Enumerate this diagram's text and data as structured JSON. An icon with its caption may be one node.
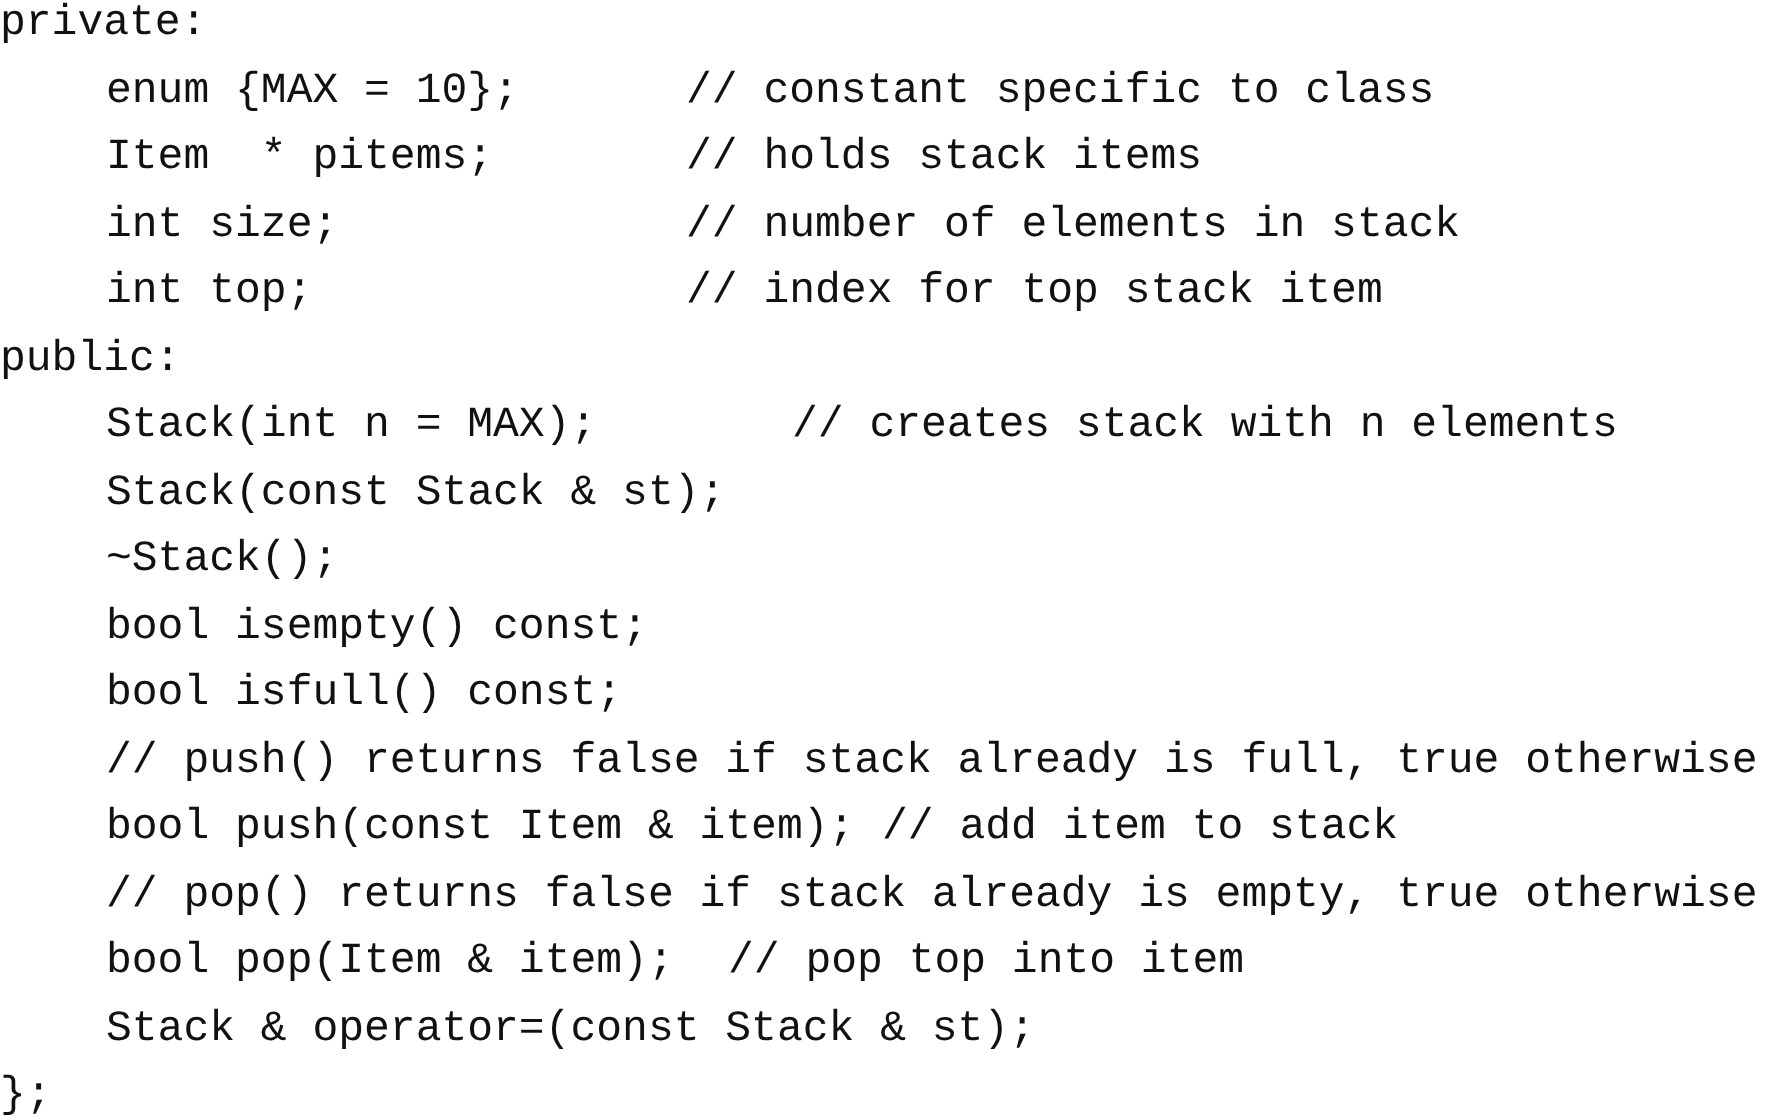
{
  "diagram": {
    "labels": [
      "private:",
      "enum {MAX = 10};",
      "// constant specific to class",
      "Item  * pitems;",
      "// holds stack items",
      "int size;",
      "// number of elements in stack",
      "int top;",
      "// index for top stack item",
      "public:",
      "Stack(int n = MAX);",
      "// creates stack with n elements",
      "Stack(const Stack & st);",
      "~Stack();",
      "bool isempty() const;",
      "bool isfull() const;",
      "// push() returns false if stack already is full, true otherwise",
      "bool push(const Item & item);",
      "// add item to stack",
      "// pop() returns false if stack already is empty, true otherwise",
      "bool pop(Item & item);",
      "// pop top into item",
      "Stack & operator=(const Stack & st);",
      "};"
    ]
  }
}
